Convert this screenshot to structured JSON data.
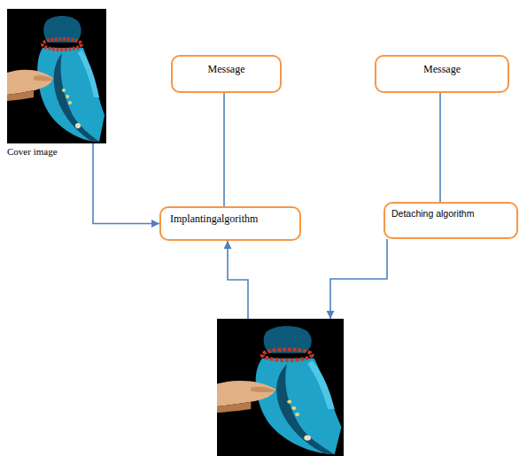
{
  "diagram": {
    "nodes": [
      {
        "text": [
          "Cover image"
        ]
      },
      {
        "text": [
          "Message"
        ]
      },
      {
        "text": [
          "Message"
        ]
      },
      {
        "text": [
          "Implantingalgorithm"
        ]
      },
      {
        "text": [
          "Detaching algorithm"
        ]
      },
      {
        "text": []
      }
    ],
    "edges": [
      {
        "from": 0,
        "to": 3,
        "arrow": "to"
      },
      {
        "from": 1,
        "to": 3,
        "arrow": "none"
      },
      {
        "from": 2,
        "to": 4,
        "arrow": "none"
      },
      {
        "from": 5,
        "to": 3,
        "arrow": "to"
      },
      {
        "from": 4,
        "to": 5,
        "arrow": "to"
      }
    ]
  }
}
